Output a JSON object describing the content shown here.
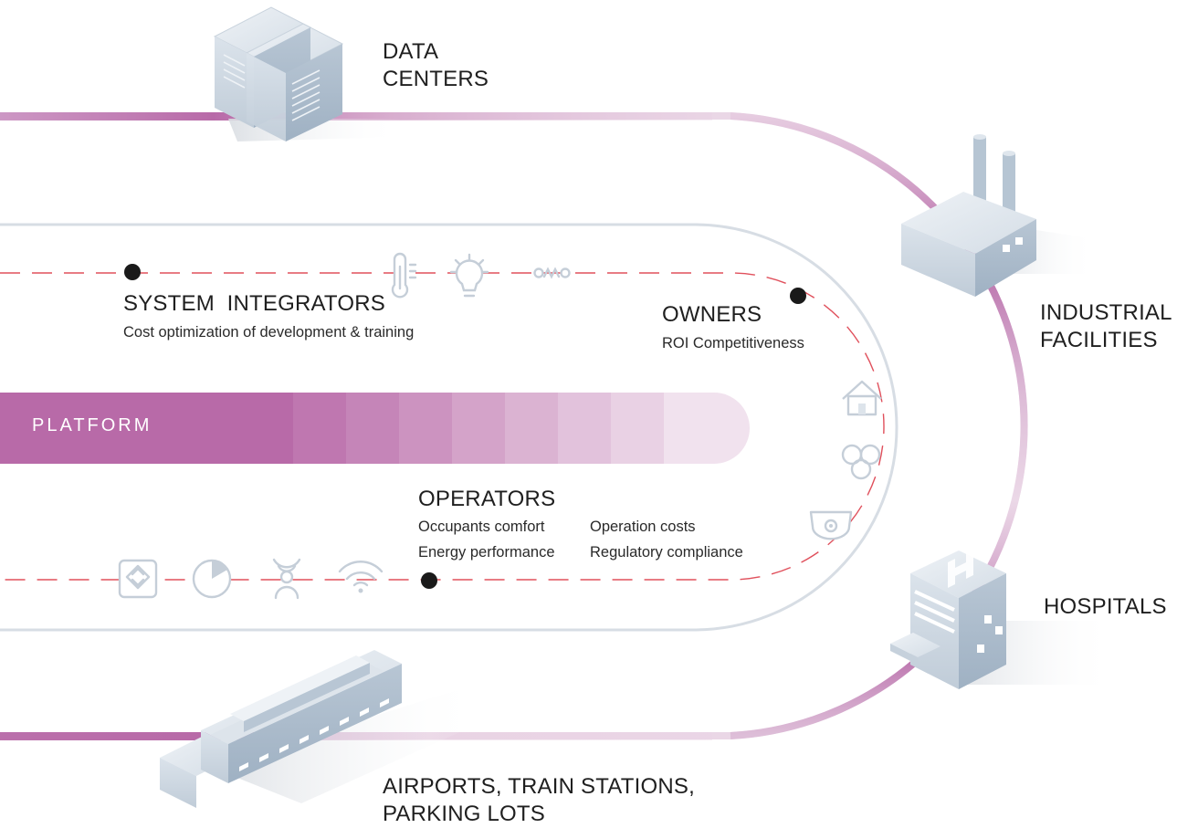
{
  "destinations": {
    "data_centers": [
      "DATA",
      "CENTERS"
    ],
    "industrial_facilities": [
      "INDUSTRIAL",
      "FACILITIES"
    ],
    "hospitals": "HOSPITALS",
    "transport": [
      "AIRPORTS, TRAIN STATIONS,",
      "PARKING LOTS"
    ]
  },
  "stakeholders": {
    "system_integrators": {
      "title": "SYSTEM  INTEGRATORS",
      "subtitle": "Cost optimization of development & training"
    },
    "owners": {
      "title": "OWNERS",
      "subtitle": "ROI Competitiveness"
    },
    "operators": {
      "title": "OPERATORS",
      "benefits": [
        "Occupants comfort",
        "Energy performance",
        "Operation costs",
        "Regulatory compliance"
      ]
    }
  },
  "platform": {
    "label": "PLATFORM"
  },
  "icons": [
    "thermometer-icon",
    "light-bulb-icon",
    "meter-icon",
    "house-icon",
    "venn-icon",
    "camera-icon",
    "elevator-icon",
    "clock-icon",
    "motion-sensor-icon",
    "wifi-icon"
  ],
  "colors": {
    "accent": "#b86aa8",
    "track": "#c98bbb",
    "dashed": "#e0505c",
    "track_outline": "#d7dde4",
    "icon": "#c5ced8",
    "building": "#c8d3de"
  }
}
